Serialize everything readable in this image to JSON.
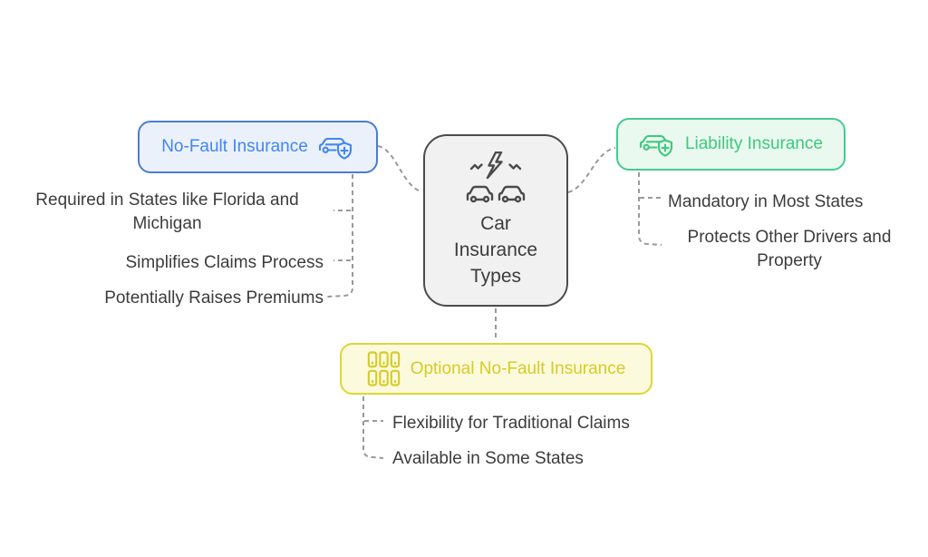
{
  "diagram": {
    "title": "Car Insurance Types",
    "center": {
      "icon": "car-collision-icon",
      "lines": [
        "Car",
        "Insurance",
        "Types"
      ],
      "bg_color": "#f1f1f1",
      "border_color": "#4b4b4b",
      "text_color": "#3c3c3c"
    },
    "branches": [
      {
        "label": "No-Fault Insurance",
        "icon": "car-shield-plus-icon",
        "accent_color": "#4285f4",
        "border_color": "#4d7cd2",
        "bg_color": "#ebf1fb",
        "items": [
          "Required in States like Florida and Michigan",
          "Simplifies Claims Process",
          "Potentially Raises Premiums"
        ]
      },
      {
        "label": "Liability Insurance",
        "icon": "car-shield-plus-icon",
        "accent_color": "#3fc87e",
        "border_color": "#47ca8c",
        "bg_color": "#e9f9ef",
        "items": [
          "Mandatory in Most States",
          "Protects Other Drivers and Property"
        ]
      },
      {
        "label": "Optional No-Fault Insurance",
        "icon": "cards-grid-icon",
        "accent_color": "#d6cb28",
        "border_color": "#dfd636",
        "bg_color": "#fcfadc",
        "items": [
          "Flexibility for Traditional Claims",
          "Available in Some States"
        ]
      }
    ],
    "connector_color": "#999999",
    "item_text_color": "#3c3c3c"
  }
}
